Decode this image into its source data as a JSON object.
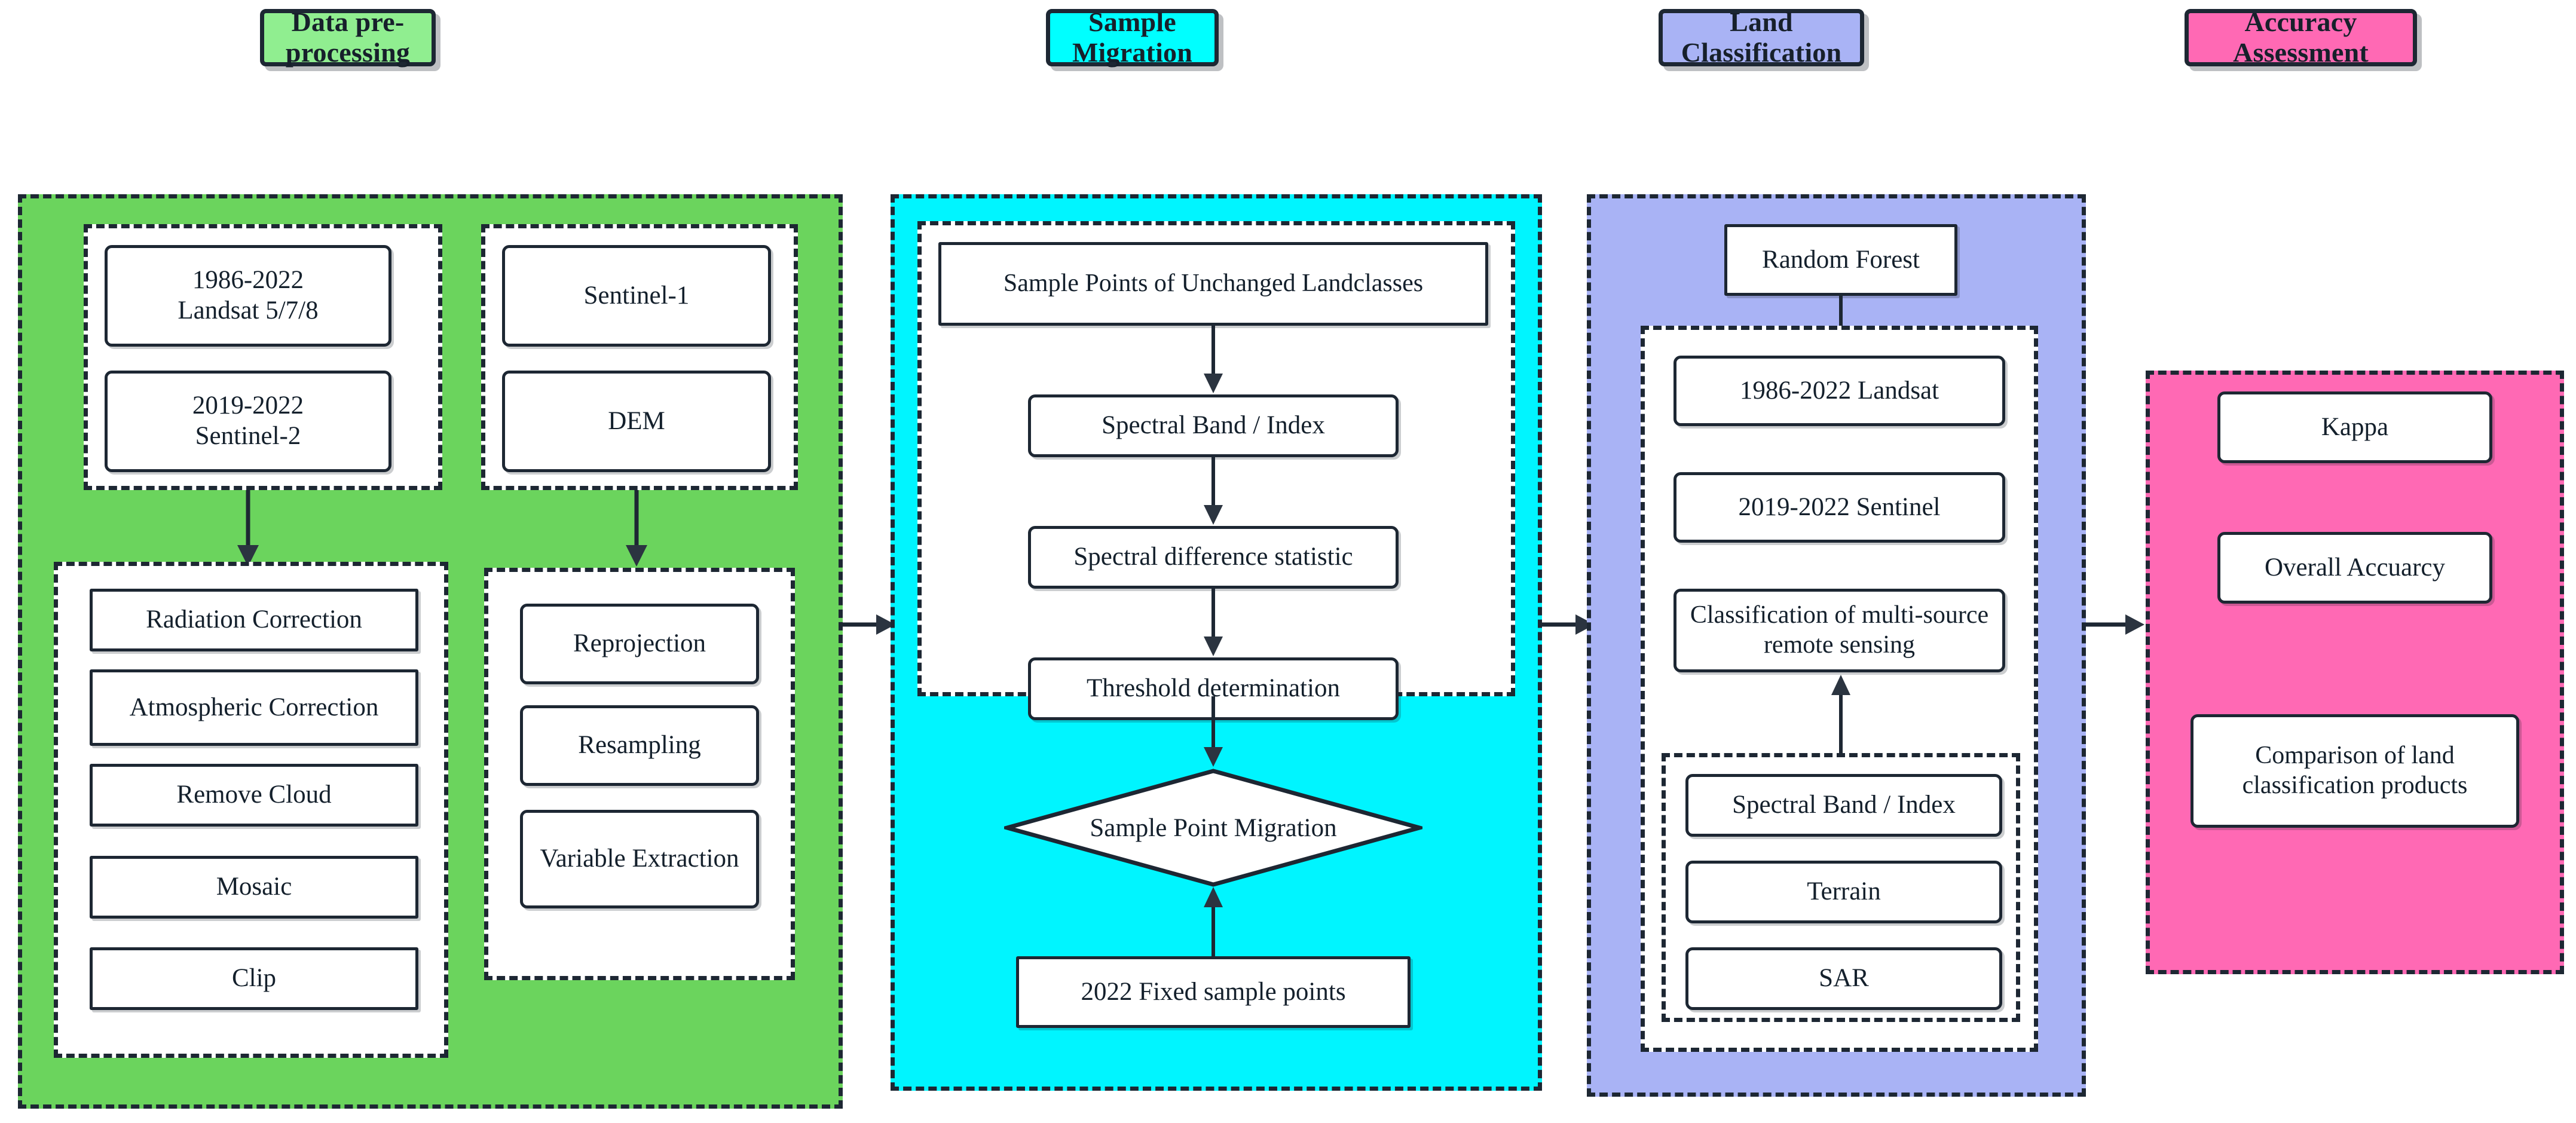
{
  "diagram": {
    "title": "Remote sensing land classification workflow",
    "colors": {
      "header_green": "#90ee90",
      "header_cyan": "#00ffff",
      "header_purple": "#a9b3f5",
      "header_pink": "#ff69b4",
      "panel_green": "#6bd45d",
      "panel_cyan": "#00f5ff",
      "panel_purple": "#a9b3f5",
      "panel_pink": "#ff69b4",
      "stroke": "#1d2733",
      "node_fill": "#ffffff"
    }
  },
  "headers": [
    {
      "id": "data-pre-processing",
      "label": "Data pre-processing"
    },
    {
      "id": "sample-migration",
      "label": "Sample Migration"
    },
    {
      "id": "land-classification",
      "label": "Land Classification"
    },
    {
      "id": "accuracy-assessment",
      "label": "Accuracy Assessment"
    }
  ],
  "stages": {
    "data_preprocessing": {
      "label": "Data pre-processing",
      "sources_optical": [
        {
          "line1": "1986-2022",
          "line2": "Landsat 5/7/8",
          "text": "1986-2022\nLandsat 5/7/8"
        },
        {
          "line1": "2019-2022",
          "line2": "Sentinel-2",
          "text": "2019-2022\nSentinel-2"
        }
      ],
      "sources_aux": [
        {
          "text": "Sentinel-1"
        },
        {
          "text": "DEM"
        }
      ],
      "optical_steps": [
        {
          "text": "Radiation Correction"
        },
        {
          "text": "Atmospheric Correction"
        },
        {
          "text": "Remove Cloud"
        },
        {
          "text": "Mosaic"
        },
        {
          "text": "Clip"
        }
      ],
      "aux_steps": [
        {
          "text": "Reprojection"
        },
        {
          "text": "Resampling"
        },
        {
          "text": "Variable Extraction"
        }
      ]
    },
    "sample_migration": {
      "label": "Sample Migration",
      "threshold_chain": [
        {
          "text": "Sample Points of Unchanged Landclasses"
        },
        {
          "text": "Spectral Band / Index"
        },
        {
          "text": "Spectral difference statistic"
        },
        {
          "text": "Threshold determination"
        }
      ],
      "decision": {
        "text": "Sample Point Migration"
      },
      "input_points": {
        "text": "2022 Fixed sample points"
      }
    },
    "land_classification": {
      "label": "Land Classification",
      "classifier": {
        "text": "Random Forest"
      },
      "inputs": [
        {
          "text": "1986-2022 Landsat"
        },
        {
          "text": "2019-2022 Sentinel"
        },
        {
          "text": "Classification of multi-source remote sensing"
        }
      ],
      "features": [
        {
          "text": "Spectral Band / Index"
        },
        {
          "text": "Terrain"
        },
        {
          "text": "SAR"
        }
      ]
    },
    "accuracy_assessment": {
      "label": "Accuracy Assessment",
      "metrics": [
        {
          "text": "Kappa"
        },
        {
          "text": "Overall Accuarcy"
        },
        {
          "text": "Comparison of land classification products"
        }
      ]
    }
  }
}
